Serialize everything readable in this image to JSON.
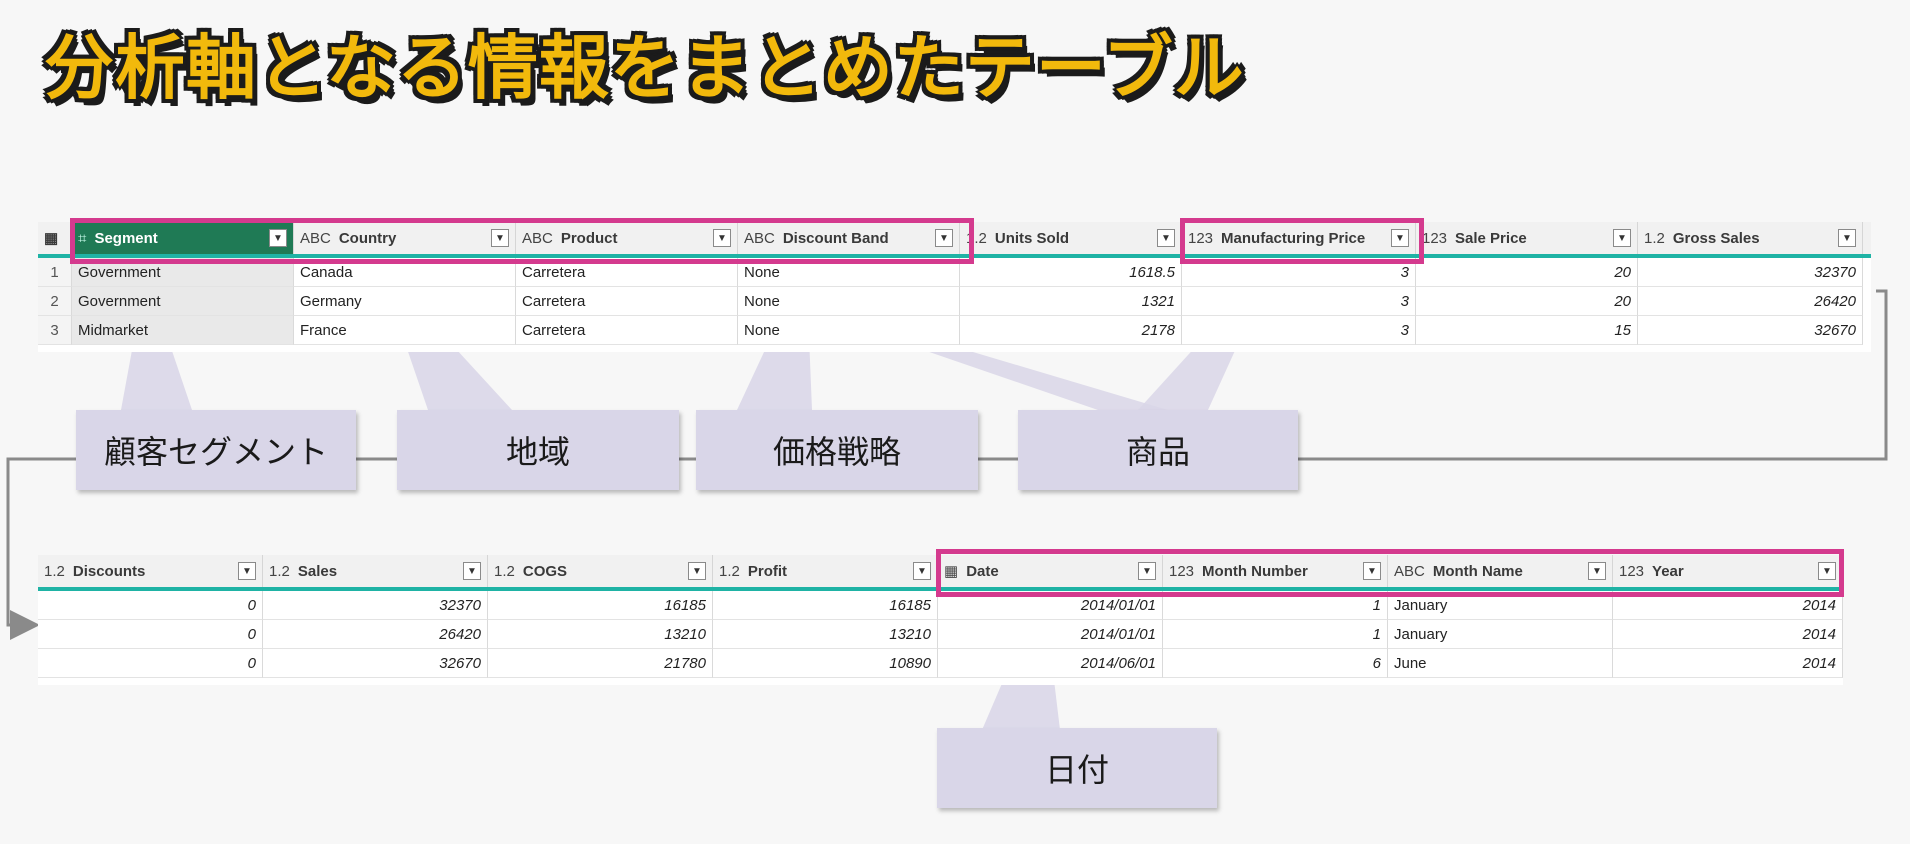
{
  "title": "分析軸となる情報をまとめたテーブル",
  "table_top": {
    "headers": [
      {
        "type": "",
        "label": "Segment"
      },
      {
        "type": "ABC",
        "label": "Country"
      },
      {
        "type": "ABC",
        "label": "Product"
      },
      {
        "type": "ABC",
        "label": "Discount Band"
      },
      {
        "type": "1.2",
        "label": "Units Sold"
      },
      {
        "type": "123",
        "label": "Manufacturing Price"
      },
      {
        "type": "123",
        "label": "Sale Price"
      },
      {
        "type": "1.2",
        "label": "Gross Sales"
      }
    ],
    "rows": [
      [
        "1",
        "Government",
        "Canada",
        "Carretera",
        "None",
        "1618.5",
        "3",
        "20",
        "32370"
      ],
      [
        "2",
        "Government",
        "Germany",
        "Carretera",
        "None",
        "1321",
        "3",
        "20",
        "26420"
      ],
      [
        "3",
        "Midmarket",
        "France",
        "Carretera",
        "None",
        "2178",
        "3",
        "15",
        "32670"
      ]
    ]
  },
  "table_bottom": {
    "headers": [
      {
        "type": "1.2",
        "label": "Discounts"
      },
      {
        "type": "1.2",
        "label": "Sales"
      },
      {
        "type": "1.2",
        "label": "COGS"
      },
      {
        "type": "1.2",
        "label": "Profit"
      },
      {
        "type": "",
        "label": "Date"
      },
      {
        "type": "123",
        "label": "Month Number"
      },
      {
        "type": "ABC",
        "label": "Month Name"
      },
      {
        "type": "123",
        "label": "Year"
      }
    ],
    "rows": [
      [
        "0",
        "32370",
        "16185",
        "16185",
        "2014/01/01",
        "1",
        "January",
        "2014"
      ],
      [
        "0",
        "26420",
        "13210",
        "13210",
        "2014/01/01",
        "1",
        "January",
        "2014"
      ],
      [
        "0",
        "32670",
        "21780",
        "10890",
        "2014/06/01",
        "6",
        "June",
        "2014"
      ]
    ]
  },
  "callouts": {
    "segment": "顧客セグメント",
    "region": "地域",
    "pricing": "価格戦略",
    "product": "商品",
    "date": "日付"
  },
  "colors": {
    "title": "#f2b90c",
    "highlight": "#d43a8e",
    "callout_bg": "#d9d6e8",
    "header_accent": "#1fb3a5",
    "selected_header": "#1f7a55"
  }
}
